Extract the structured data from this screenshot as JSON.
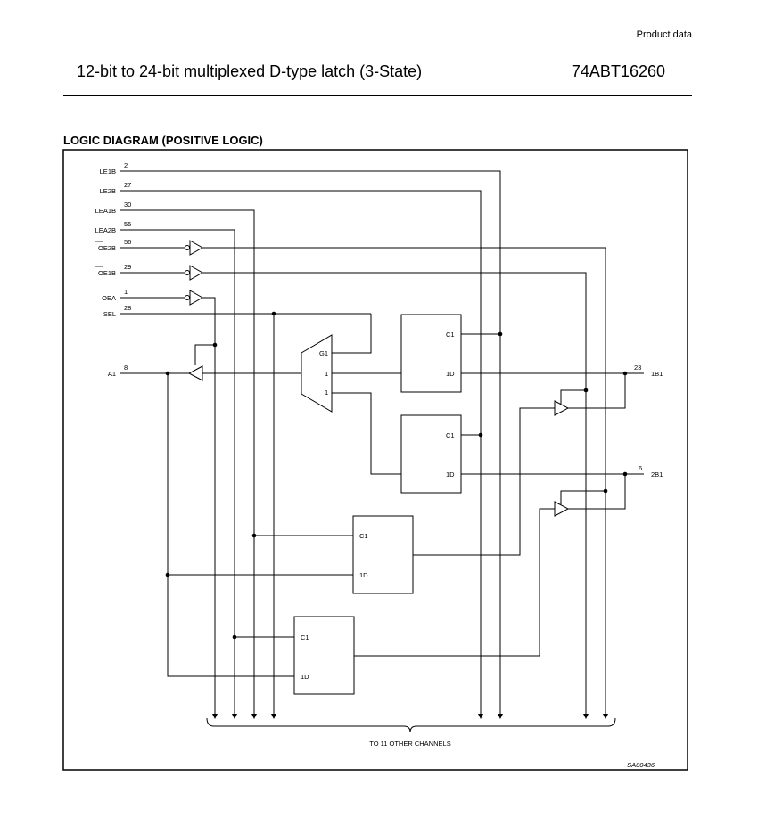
{
  "header": {
    "label": "Product data",
    "title": "12-bit to 24-bit multiplexed D-type latch (3-State)",
    "part_number": "74ABT16260"
  },
  "section_title": "LOGIC DIAGRAM (POSITIVE LOGIC)",
  "signals": {
    "le1b": {
      "name": "LE1B",
      "pin": "2"
    },
    "le2b": {
      "name": "LE2B",
      "pin": "27"
    },
    "lea1b": {
      "name": "LEA1B",
      "pin": "30"
    },
    "lea2b": {
      "name": "LEA2B",
      "pin": "55"
    },
    "oe2b": {
      "name": "OE2B",
      "pin": "56"
    },
    "oe1b": {
      "name": "OE1B",
      "pin": "29"
    },
    "oea": {
      "name": "OEA",
      "pin": "1"
    },
    "sel": {
      "name": "SEL",
      "pin": "28"
    },
    "a1": {
      "name": "A1",
      "pin": "8"
    },
    "b1_1": {
      "name": "1B1",
      "pin": "23"
    },
    "b2_1": {
      "name": "2B1",
      "pin": "6"
    }
  },
  "mux": {
    "g": "G1",
    "in1": "1",
    "in2": "1"
  },
  "latch_labels": {
    "clock": "C1",
    "data": "1D"
  },
  "footer_note": "TO 11 OTHER CHANNELS",
  "figure_code": "SA00436"
}
